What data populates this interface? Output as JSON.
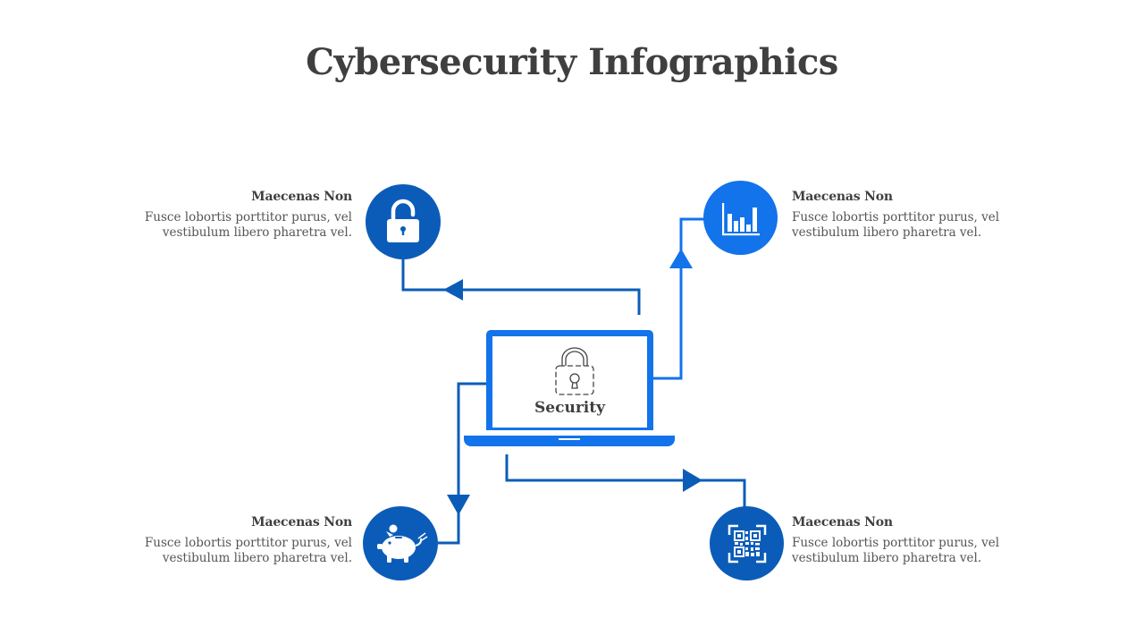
{
  "title": "Cybersecurity Infographics",
  "center": {
    "label": "Security",
    "icon": "padlock-outline-icon"
  },
  "colors": {
    "dark_blue": "#0b5cb8",
    "bright_blue": "#1273eb",
    "title": "#3f3f3f",
    "text": "#555555"
  },
  "items": [
    {
      "heading": "Maecenas Non",
      "body": "Fusce lobortis porttitor  purus, vel vestibulum libero pharetra vel.",
      "icon": "open-padlock-icon"
    },
    {
      "heading": "Maecenas Non",
      "body": "Fusce lobortis porttitor  purus, vel vestibulum libero pharetra vel.",
      "icon": "bar-chart-icon"
    },
    {
      "heading": "Maecenas Non",
      "body": "Fusce lobortis porttitor  purus, vel vestibulum libero pharetra vel.",
      "icon": "piggy-bank-icon"
    },
    {
      "heading": "Maecenas Non",
      "body": "Fusce lobortis porttitor  purus, vel vestibulum libero pharetra vel.",
      "icon": "qr-code-icon"
    }
  ]
}
